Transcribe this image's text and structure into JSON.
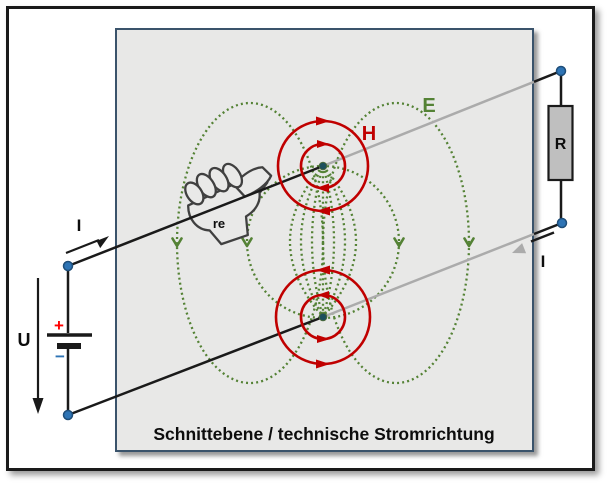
{
  "diagram": {
    "caption": "Schnittebene / technische Stromrichtung",
    "labels": {
      "voltage": "U",
      "plus": "+",
      "minus": "−",
      "current_supply": "I",
      "current_return": "I",
      "resistor": "R",
      "e_field": "E",
      "h_field": "H",
      "right_hand": "re"
    },
    "colors": {
      "e_field_green": "#548235",
      "h_field_red": "#c00000",
      "node_blue": "#2e74b5",
      "plane_fill": "#e8e8e7",
      "plane_border": "#3a536b",
      "wire_front_black": "#1a1a1a",
      "wire_behind_gray": "#ababab",
      "plus_red": "#ff0000",
      "minus_blue": "#2e74b5",
      "resistor_fill": "#bfbfbf"
    },
    "icons": {
      "hand": "right-hand-grip-icon",
      "battery": "battery-symbol-icon",
      "resistor": "resistor-symbol-icon"
    }
  }
}
